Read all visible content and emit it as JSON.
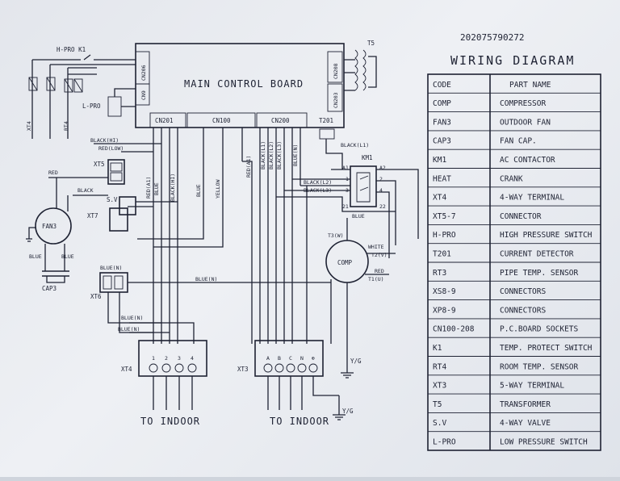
{
  "serial": "202075790272",
  "diagram_title": "WIRING DIAGRAM",
  "board": {
    "title": "MAIN CONTROL BOARD",
    "connectors": [
      "CN206",
      "CN9",
      "CN208",
      "CN203",
      "CN201",
      "CN100",
      "CN200",
      "T201"
    ]
  },
  "top_labels": {
    "hpro_k1": "H-PRO K1",
    "t5": "T5",
    "lpro": "L-PRO",
    "xt4_mini": "XT4",
    "rt4_mini": "RT4"
  },
  "wires": {
    "cn201_wires": [
      "RED(A1)",
      "BLUE",
      "BLACK(HI)",
      "BLUE"
    ],
    "yellow": "YELLOW",
    "cn200_wires": [
      "RED(A1)",
      "BLACK(L1)",
      "BLACK(L2)",
      "BLACK(L3)",
      "BLUE(N)"
    ],
    "black_l1": "BLACK(L1)",
    "black_hi": "BLACK(HI)",
    "red_low": "RED(LOW)",
    "red": "RED",
    "black": "BLACK",
    "sv": "S.V",
    "blue_n": "BLUE(N)",
    "blue": "BLUE",
    "white": "WHITE",
    "yg": "Y/G",
    "bl_l2": "BLACK(L2)",
    "bl_l3": "BLACK(L3)"
  },
  "components": {
    "fan3": "FAN3",
    "cap3": "CAP3",
    "comp": "COMP",
    "km1": "KM1",
    "xt5": "XT5",
    "xt7": "XT7",
    "xt6": "XT6",
    "xt4": "XT4",
    "xt3": "XT3",
    "t1": "T1(U)",
    "t2": "T2(V)",
    "t3": "T3(W)",
    "km_pins": [
      "A1",
      "A2",
      "1",
      "2",
      "3",
      "4",
      "21",
      "22"
    ]
  },
  "xt4_terminals": [
    "1",
    "2",
    "3",
    "4"
  ],
  "xt3_terminals": [
    "A",
    "B",
    "C",
    "N",
    "⊕"
  ],
  "to_indoor": "TO  INDOOR",
  "table": {
    "headers": [
      "CODE",
      "PART NAME"
    ],
    "rows": [
      [
        "COMP",
        "COMPRESSOR"
      ],
      [
        "FAN3",
        "OUTDOOR FAN"
      ],
      [
        "CAP3",
        "FAN CAP."
      ],
      [
        "KM1",
        "AC CONTACTOR"
      ],
      [
        "HEAT",
        "CRANK"
      ],
      [
        "XT4",
        "4-WAY TERMINAL"
      ],
      [
        "XT5-7",
        "CONNECTOR"
      ],
      [
        "H-PRO",
        "HIGH PRESSURE SWITCH"
      ],
      [
        "T201",
        "CURRENT DETECTOR"
      ],
      [
        "RT3",
        "PIPE TEMP. SENSOR"
      ],
      [
        "XS8-9",
        "CONNECTORS"
      ],
      [
        "XP8-9",
        "CONNECTORS"
      ],
      [
        "CN100-208",
        "P.C.BOARD SOCKETS"
      ],
      [
        "K1",
        "TEMP. PROTECT SWITCH"
      ],
      [
        "RT4",
        "ROOM TEMP. SENSOR"
      ],
      [
        "XT3",
        "5-WAY TERMINAL"
      ],
      [
        "T5",
        "TRANSFORMER"
      ],
      [
        "S.V",
        "4-WAY VALVE"
      ],
      [
        "L-PRO",
        "LOW PRESSURE SWITCH"
      ]
    ]
  }
}
